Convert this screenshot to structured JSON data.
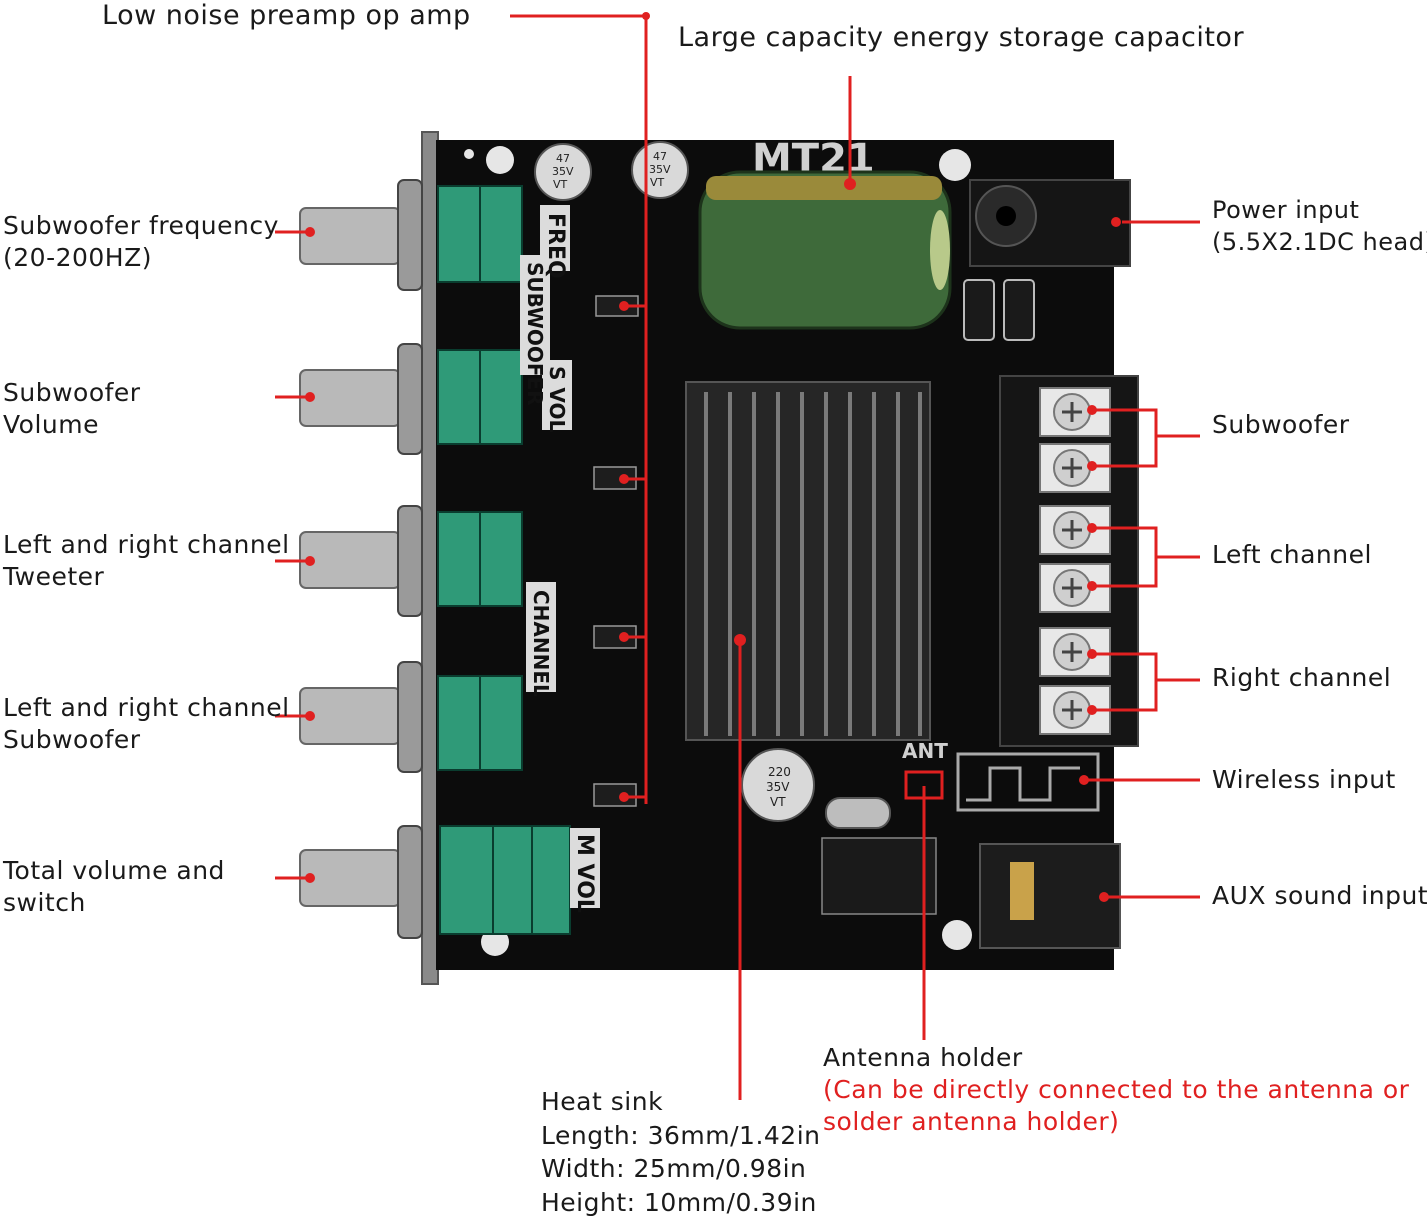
{
  "labels": {
    "preamp": "Low noise preamp op amp",
    "capacitor": "Large capacity energy storage capacitor",
    "sub_freq": [
      "Subwoofer frequency",
      "(20-200HZ)"
    ],
    "sub_vol": [
      "Subwoofer",
      "Volume"
    ],
    "lr_tweeter": [
      "Left and right channel",
      "Tweeter"
    ],
    "lr_sub": [
      "Left and right channel",
      "Subwoofer"
    ],
    "total_vol": [
      "Total volume and",
      "switch"
    ],
    "power": [
      "Power input",
      "(5.5X2.1DC head)"
    ],
    "subwoofer": "Subwoofer",
    "left": "Left channel",
    "right": "Right channel",
    "wireless": "Wireless input",
    "aux": "AUX sound input",
    "antenna": {
      "title": "Antenna holder",
      "note": [
        "(Can be directly connected to the antenna or",
        "solder antenna holder)"
      ]
    },
    "heatsink": [
      "Heat sink",
      "Length: 36mm/1.42in",
      "Width: 25mm/0.98in",
      "Height: 10mm/0.39in"
    ]
  },
  "board": {
    "model": "MT21",
    "silk_freq": "FREQ",
    "silk_subwoofer": "SUBWOOFER",
    "silk_svol": "S VOL",
    "silk_channel": "CHANNEL",
    "silk_mvol": "M VOL",
    "silk_ant": "ANT",
    "small_cap_text": [
      "47",
      "35V",
      "VT"
    ],
    "big_cap_text": [
      "220",
      "35V",
      "VT"
    ]
  },
  "colors": {
    "callout": "#e02020",
    "pcb": "#0c0c0c",
    "pot": "#2f9a78"
  }
}
